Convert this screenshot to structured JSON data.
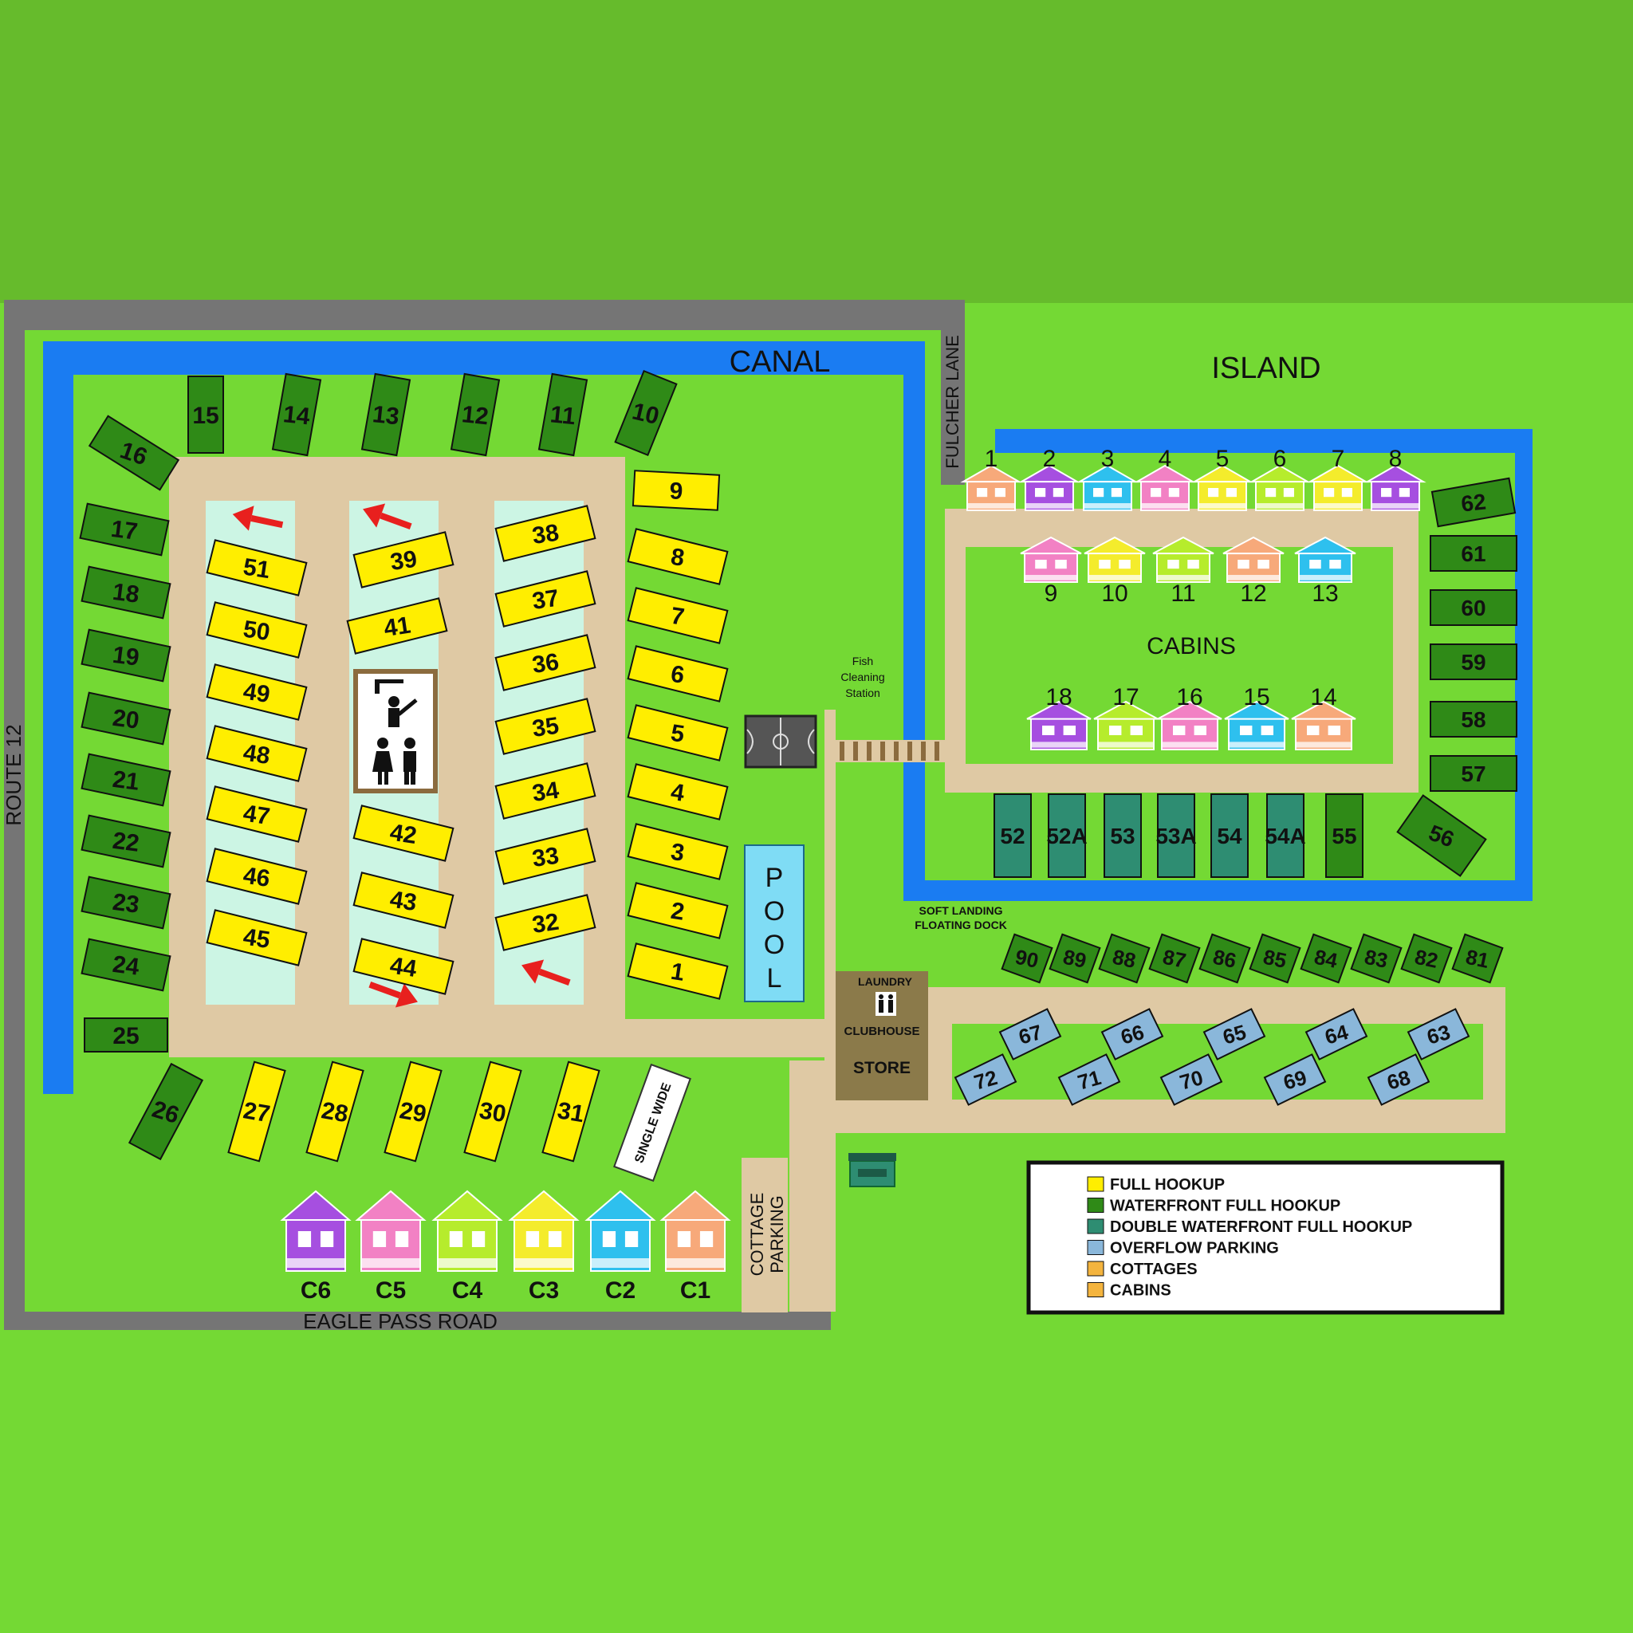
{
  "colors": {
    "sky": "#66bb2c",
    "grass": "#74d934",
    "road": "#757575",
    "water": "#1a7cf2",
    "path": "#dfc9a4",
    "lane": "#ccf5e4",
    "full_hookup": "#ffee00",
    "waterfront": "#2f8a17",
    "double_waterfront": "#2e8d72",
    "overflow": "#8ab7da",
    "pool": "#7fdcf5",
    "building": "#8b7a4a",
    "arrow": "#e8201e"
  },
  "labels": {
    "canal": "CANAL",
    "island": "ISLAND",
    "fulcher_lane": "FULCHER LANE",
    "route_12": "ROUTE 12",
    "eagle_pass_road": "EAGLE PASS ROAD",
    "cabins": "CABINS",
    "fish_cleaning": [
      "Fish",
      "Cleaning",
      "Station"
    ],
    "pool": [
      "P",
      "O",
      "O",
      "L"
    ],
    "soft_landing": [
      "SOFT LANDING",
      "FLOATING DOCK"
    ],
    "laundry": "LAUNDRY",
    "clubhouse": "CLUBHOUSE",
    "store": "STORE",
    "single_wide": "SINGLE WIDE",
    "cottage_parking": [
      "COTTAGE",
      "PARKING"
    ]
  },
  "legend": {
    "items": [
      {
        "label": "FULL HOOKUP",
        "color": "#ffee00"
      },
      {
        "label": "WATERFRONT FULL HOOKUP",
        "color": "#2f8a17"
      },
      {
        "label": "DOUBLE WATERFRONT FULL HOOKUP",
        "color": "#2e8d72"
      },
      {
        "label": "OVERFLOW PARKING",
        "color": "#8ab7da"
      },
      {
        "label": "COTTAGES",
        "color": "#f4b43e"
      },
      {
        "label": "CABINS",
        "color": "#f4b43e"
      }
    ]
  },
  "sites": {
    "full_hookup": [
      "1",
      "2",
      "3",
      "4",
      "5",
      "6",
      "7",
      "8",
      "9",
      "27",
      "28",
      "29",
      "30",
      "31",
      "32",
      "33",
      "34",
      "35",
      "36",
      "37",
      "38",
      "39",
      "41",
      "42",
      "43",
      "44",
      "45",
      "46",
      "47",
      "48",
      "49",
      "50",
      "51"
    ],
    "waterfront": [
      "10",
      "11",
      "12",
      "13",
      "14",
      "15",
      "16",
      "17",
      "18",
      "19",
      "20",
      "21",
      "22",
      "23",
      "24",
      "25",
      "26",
      "55",
      "56",
      "57",
      "58",
      "59",
      "60",
      "61",
      "62",
      "81",
      "82",
      "83",
      "84",
      "85",
      "86",
      "87",
      "88",
      "89",
      "90"
    ],
    "double_waterfront": [
      "52",
      "52A",
      "53",
      "53A",
      "54",
      "54A"
    ],
    "overflow": [
      "63",
      "64",
      "65",
      "66",
      "67",
      "68",
      "69",
      "70",
      "71",
      "72"
    ]
  },
  "cabins_top": [
    {
      "n": "1",
      "color": "#f7a97a"
    },
    {
      "n": "2",
      "color": "#a64fe0"
    },
    {
      "n": "3",
      "color": "#2ec0ee"
    },
    {
      "n": "4",
      "color": "#f281c4"
    },
    {
      "n": "5",
      "color": "#f4ec2c"
    },
    {
      "n": "6",
      "color": "#b6ec2c"
    },
    {
      "n": "7",
      "color": "#f4ec2c"
    },
    {
      "n": "8",
      "color": "#a64fe0"
    }
  ],
  "cabins_mid": [
    {
      "n": "9",
      "color": "#f281c4"
    },
    {
      "n": "10",
      "color": "#f4ec2c"
    },
    {
      "n": "11",
      "color": "#b6ec2c"
    },
    {
      "n": "12",
      "color": "#f7a97a"
    },
    {
      "n": "13",
      "color": "#2ec0ee"
    }
  ],
  "cabins_bottom": [
    {
      "n": "18",
      "color": "#a64fe0"
    },
    {
      "n": "17",
      "color": "#b6ec2c"
    },
    {
      "n": "16",
      "color": "#f281c4"
    },
    {
      "n": "15",
      "color": "#2ec0ee"
    },
    {
      "n": "14",
      "color": "#f7a97a"
    }
  ],
  "cottages": [
    {
      "n": "C6",
      "color": "#a64fe0"
    },
    {
      "n": "C5",
      "color": "#f281c4"
    },
    {
      "n": "C4",
      "color": "#b6ec2c"
    },
    {
      "n": "C3",
      "color": "#f4ec2c"
    },
    {
      "n": "C2",
      "color": "#2ec0ee"
    },
    {
      "n": "C1",
      "color": "#f7a97a"
    }
  ]
}
